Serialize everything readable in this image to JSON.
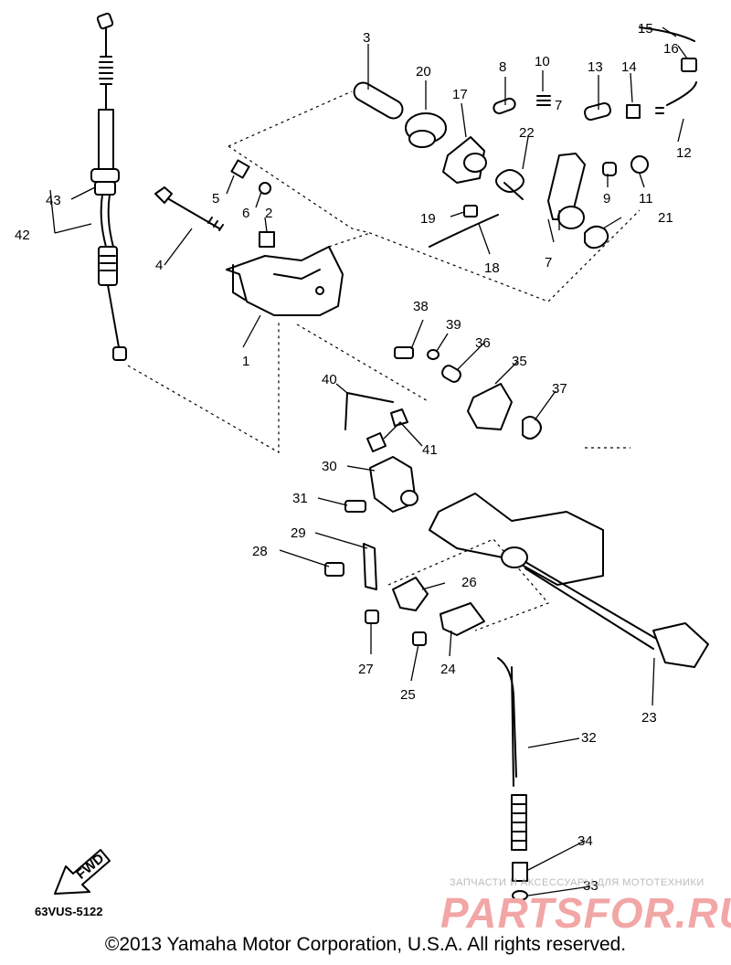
{
  "diagram": {
    "callouts": [
      "1",
      "2",
      "3",
      "4",
      "5",
      "6",
      "7",
      "7",
      "8",
      "9",
      "10",
      "11",
      "12",
      "13",
      "14",
      "15",
      "16",
      "17",
      "18",
      "19",
      "20",
      "21",
      "22",
      "23",
      "24",
      "25",
      "26",
      "27",
      "28",
      "29",
      "30",
      "31",
      "32",
      "33",
      "34",
      "35",
      "36",
      "37",
      "38",
      "39",
      "40",
      "41",
      "42",
      "43"
    ],
    "direction_label": "FWD",
    "catalog_code": "63VUS-5122"
  },
  "footer": {
    "copyright": "©2013 Yamaha Motor Corporation, U.S.A. All rights reserved."
  },
  "watermark": {
    "caption": "ЗАПЧАСТИ И АКСЕССУАРЫ ДЛЯ МОТОТЕХНИКИ",
    "brand": "PARTSFOR.RU"
  }
}
